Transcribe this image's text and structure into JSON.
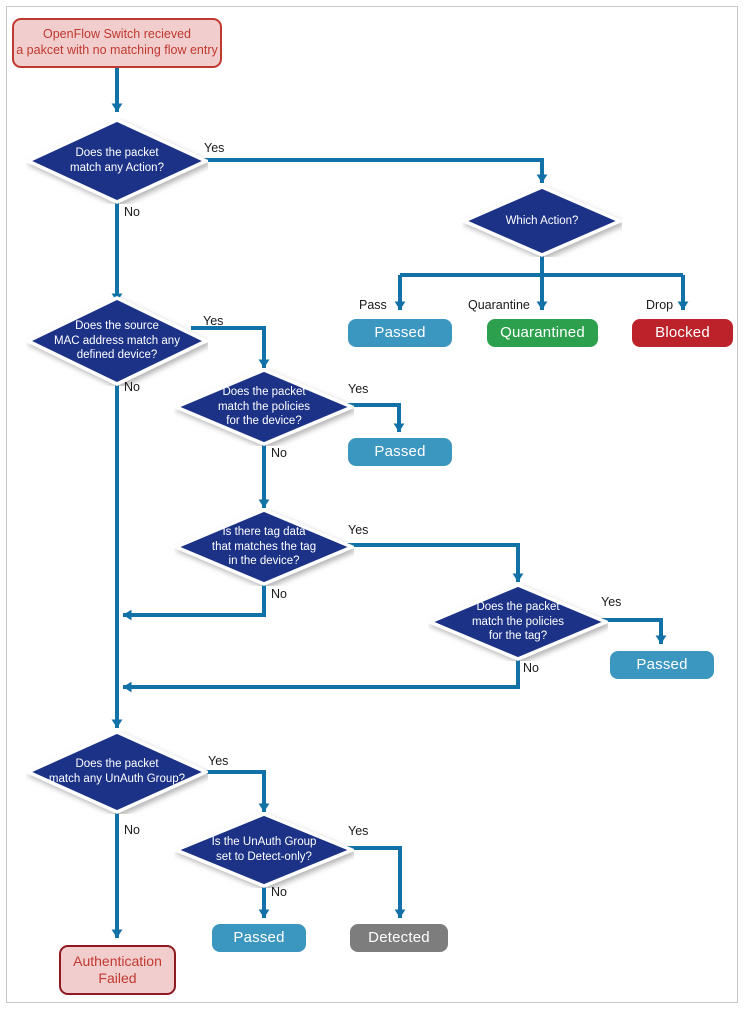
{
  "diagram": {
    "title": "OpenFlow packet authentication decision flow",
    "colors": {
      "diamond_fill": "#1b3087",
      "diamond_stroke": "#ffffff",
      "edge": "#1272a8",
      "passed": "#3b96c0",
      "quarantined": "#2ca04c",
      "blocked": "#bc2229",
      "detected": "#7d7d7d",
      "alert_fill": "#f2cdce",
      "alert_text": "#c0392f",
      "frame": "#c9c9c9"
    },
    "nodes": {
      "start": {
        "label": "OpenFlow Switch recieved\na pakcet with no matching flow entry",
        "line1": "OpenFlow Switch recieved",
        "line2": "a pakcet with no matching flow entry",
        "type": "terminator"
      },
      "d_action": {
        "line1": "Does the packet",
        "line2": "match any Action?",
        "type": "decision"
      },
      "d_which_action": {
        "line1": "Which Action?",
        "type": "decision"
      },
      "d_mac": {
        "line1": "Does the source",
        "line2": "MAC address match any",
        "line3": "defined device?",
        "type": "decision"
      },
      "d_device_policy": {
        "line1": "Does the packet",
        "line2": "match the policies",
        "line3": "for the device?",
        "type": "decision"
      },
      "d_tag_data": {
        "line1": "Is there tag data",
        "line2": "that matches the tag",
        "line3": "in the device?",
        "type": "decision"
      },
      "d_tag_policy": {
        "line1": "Does the packet",
        "line2": "match the policies",
        "line3": "for the tag?",
        "type": "decision"
      },
      "d_unauth": {
        "line1": "Does the packet",
        "line2": "match any UnAuth Group?",
        "type": "decision"
      },
      "d_detect_only": {
        "line1": "Is the UnAuth Group",
        "line2": "set to Detect-only?",
        "type": "decision"
      },
      "passed_action": {
        "label": "Passed",
        "type": "result",
        "color": "blue"
      },
      "quarantined": {
        "label": "Quarantined",
        "type": "result",
        "color": "green"
      },
      "blocked": {
        "label": "Blocked",
        "type": "result",
        "color": "red"
      },
      "passed_device": {
        "label": "Passed",
        "type": "result",
        "color": "blue"
      },
      "passed_tag": {
        "label": "Passed",
        "type": "result",
        "color": "blue"
      },
      "passed_unauth": {
        "label": "Passed",
        "type": "result",
        "color": "blue"
      },
      "detected": {
        "label": "Detected",
        "type": "result",
        "color": "gray"
      },
      "auth_failed": {
        "line1": "Authentication",
        "line2": "Failed",
        "type": "terminator"
      }
    },
    "edge_labels": {
      "action_yes": "Yes",
      "action_no": "No",
      "which_pass": "Pass",
      "which_quarantine": "Quarantine",
      "which_drop": "Drop",
      "mac_yes": "Yes",
      "mac_no": "No",
      "device_policy_yes": "Yes",
      "device_policy_no": "No",
      "tag_data_yes": "Yes",
      "tag_data_no": "No",
      "tag_policy_yes": "Yes",
      "tag_policy_no": "No",
      "unauth_yes": "Yes",
      "unauth_no": "No",
      "detect_only_yes": "Yes",
      "detect_only_no": "No"
    }
  }
}
